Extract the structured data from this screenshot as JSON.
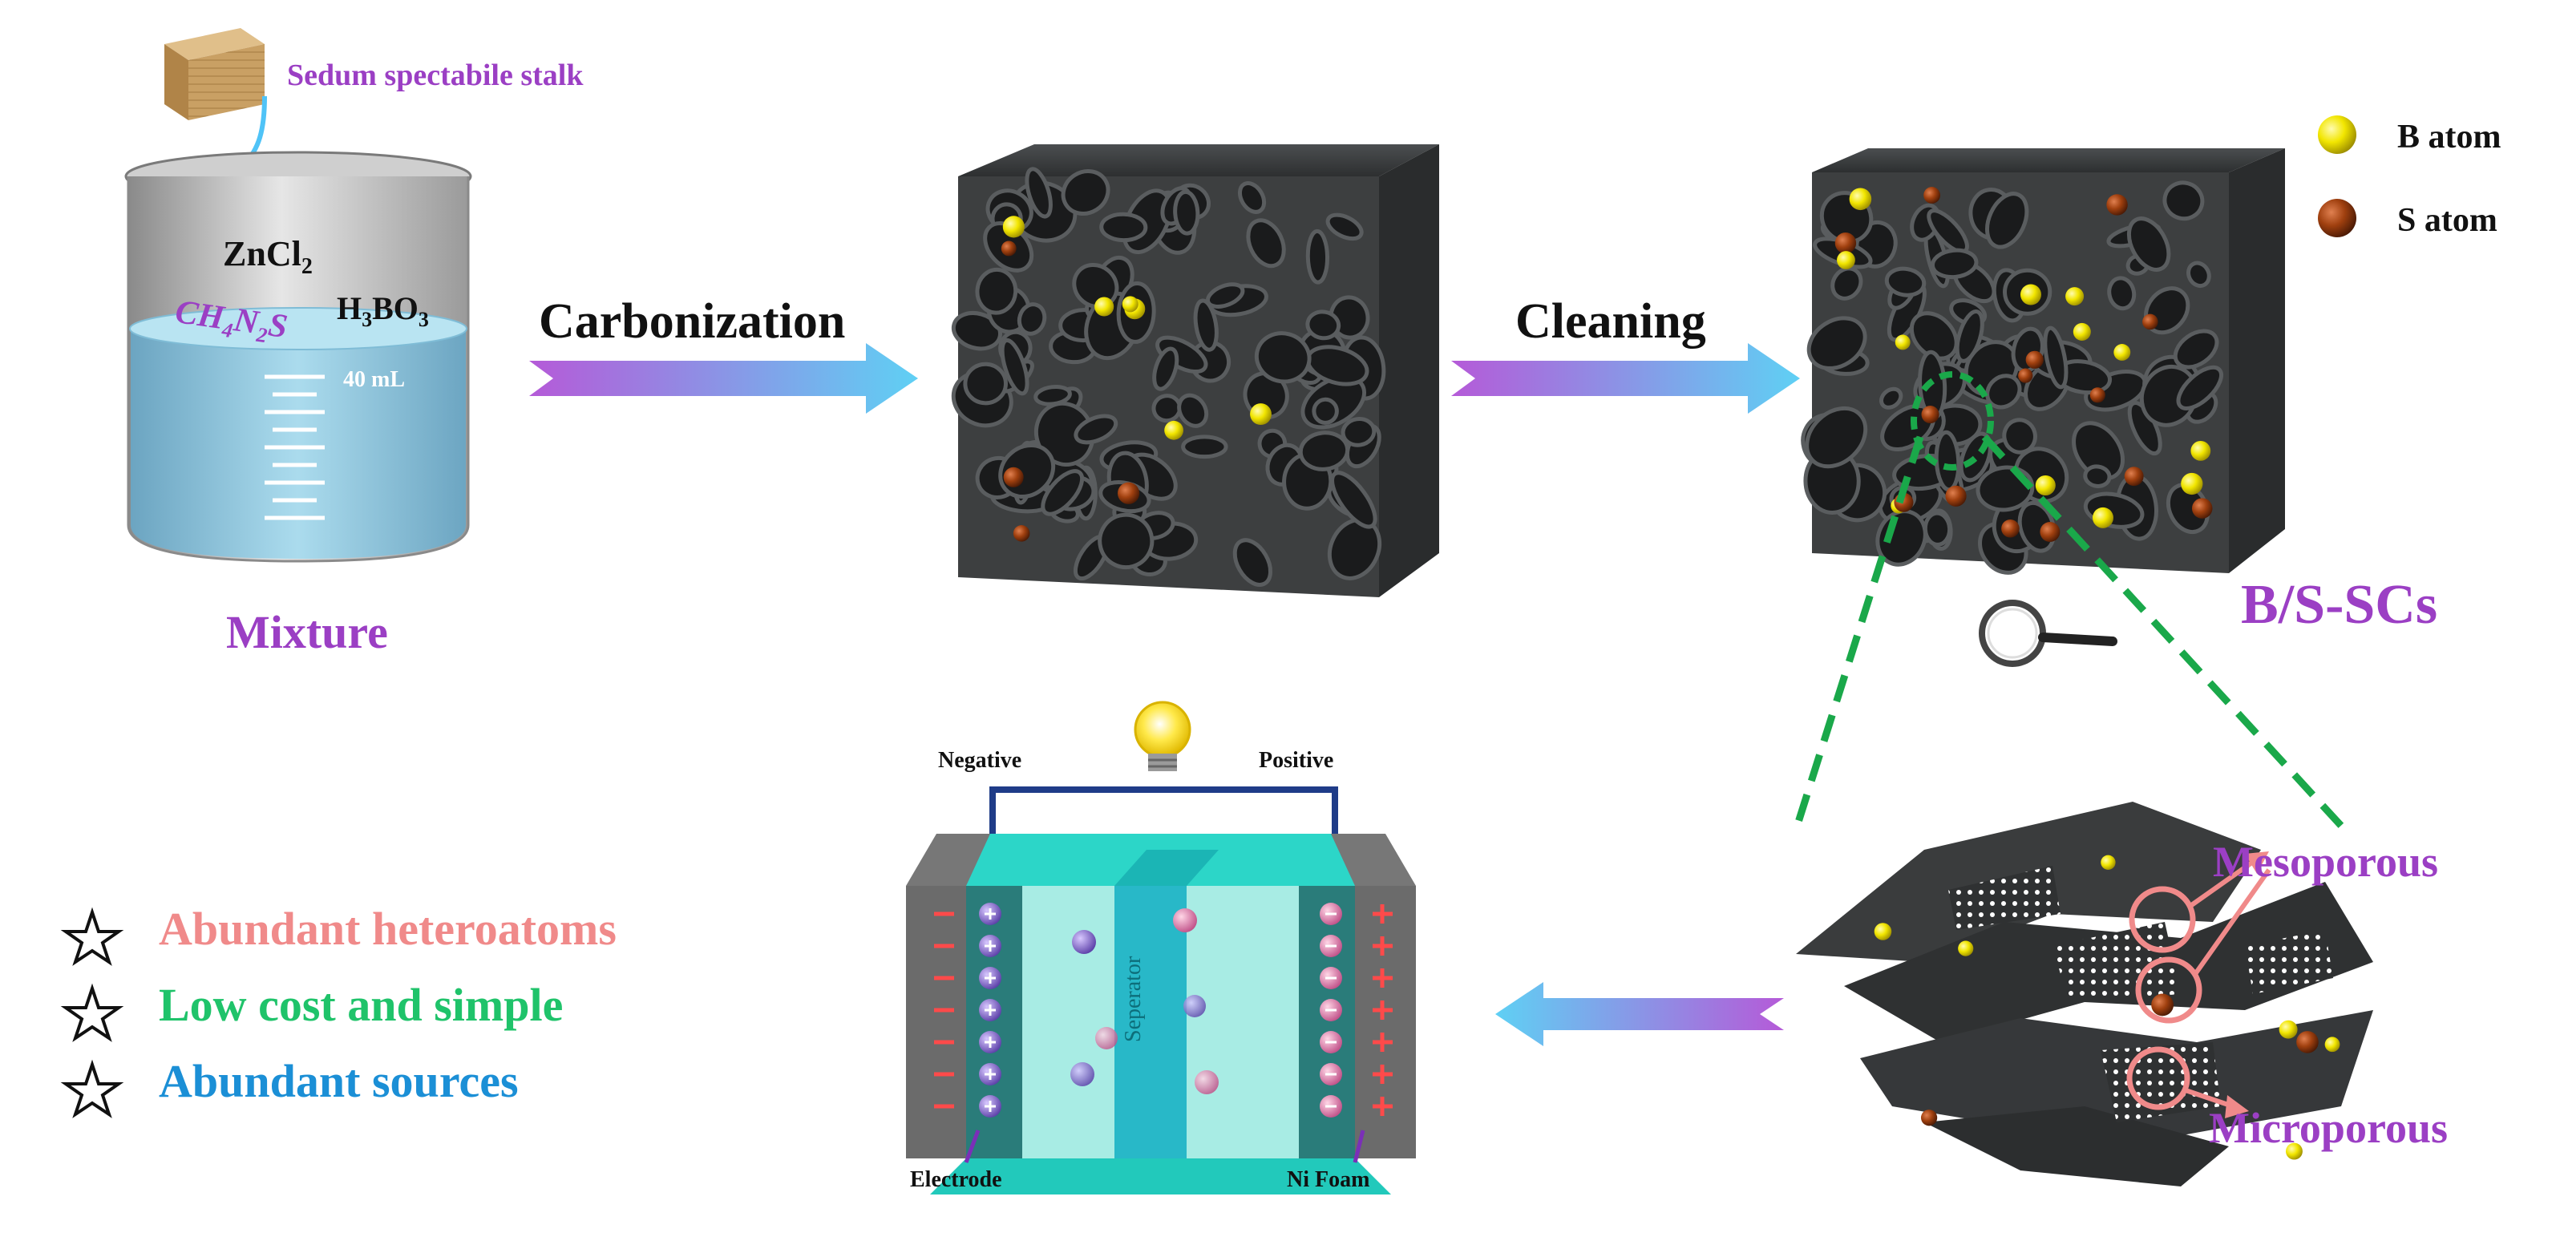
{
  "source_material": {
    "label": "Sedum spectabile stalk"
  },
  "beaker": {
    "reagents": [
      {
        "base": "ZnCl",
        "sub": "2",
        "tail": ""
      },
      {
        "base": "H",
        "sub": "3",
        "tail": "BO",
        "sub2": "3"
      },
      {
        "base": "CH",
        "sub": "4",
        "tail": "N",
        "sub2": "2",
        "tail2": "S"
      }
    ],
    "volume_label": "40 mL",
    "caption": "Mixture"
  },
  "steps": {
    "carbonization": "Carbonization",
    "cleaning": "Cleaning"
  },
  "product": {
    "caption": "B/S-SCs"
  },
  "legend": {
    "items": [
      {
        "label": "B atom",
        "color": "#f2e600"
      },
      {
        "label": "S atom",
        "color": "#a0400f"
      }
    ]
  },
  "pores": {
    "meso": "Mesoporous",
    "micro": "Microporous"
  },
  "device": {
    "negative": "Negative",
    "positive": "Positive",
    "separator": "Seperator",
    "electrode": "Electrode",
    "ni_foam": "Ni Foam"
  },
  "features": [
    {
      "text": "Abundant heteroatoms",
      "color": "#f08a8a"
    },
    {
      "text": "Low cost and simple",
      "color": "#1fc36a"
    },
    {
      "text": "Abundant sources",
      "color": "#1b8fd6"
    }
  ],
  "colors": {
    "purple": "#9b3fc4",
    "arrow_start": "#b55ad8",
    "arrow_end": "#5fd0f4",
    "dashed_green": "#1aa84a",
    "pore_ring": "#f08a8a",
    "carbon": "#3b3d3e",
    "cyan": "#22d9c9"
  }
}
